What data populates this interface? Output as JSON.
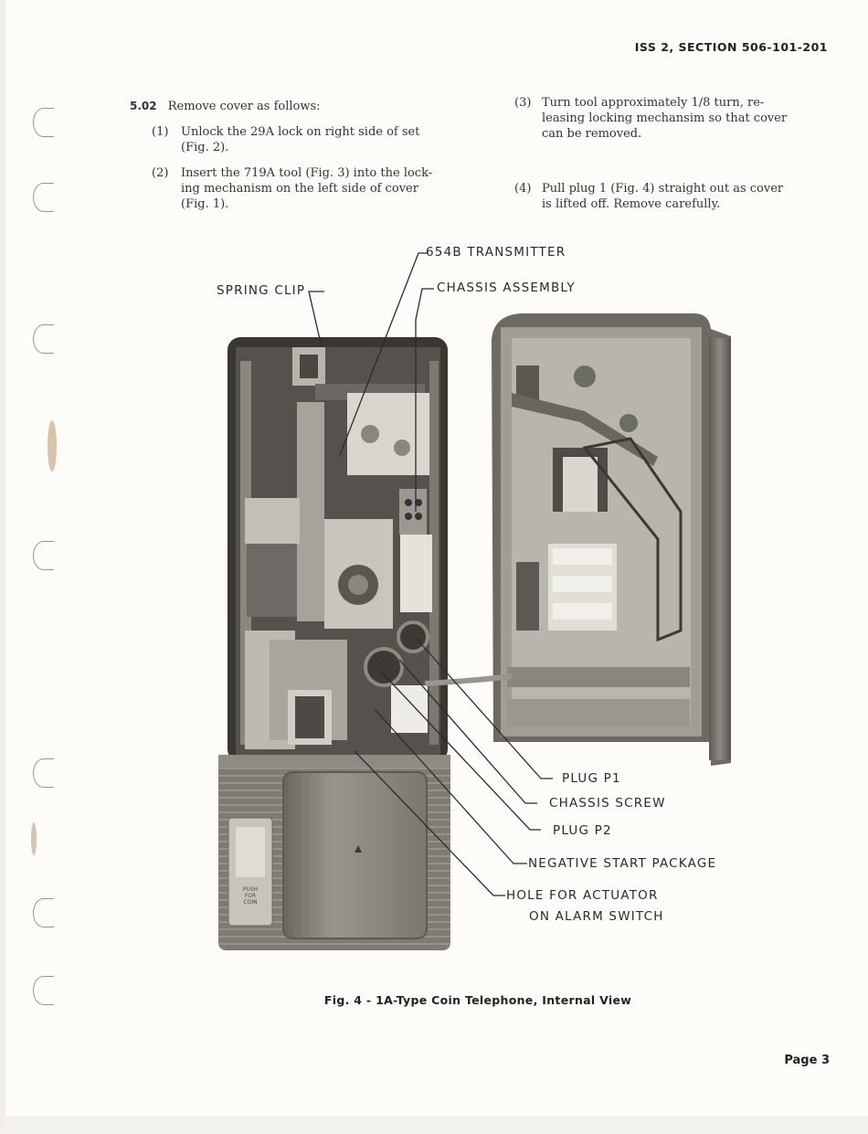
{
  "header": {
    "text": "ISS 2, SECTION 506-101-201"
  },
  "body": {
    "p502": {
      "num": "5.02",
      "text": "Remove cover as follows:"
    },
    "steps": [
      {
        "num": "(1)",
        "lines": [
          "Unlock the 29A lock on right side of set",
          "(Fig. 2)."
        ]
      },
      {
        "num": "(2)",
        "lines": [
          "Insert the 719A tool (Fig. 3) into the lock-",
          "ing mechanism on the left side of cover",
          "(Fig. 1)."
        ]
      },
      {
        "num": "(3)",
        "lines": [
          "Turn tool approximately 1/8 turn, re-",
          "leasing locking mechansim so that cover",
          "can be removed."
        ]
      },
      {
        "num": "(4)",
        "lines": [
          "Pull plug 1 (Fig. 4) straight out as cover",
          "is lifted off. Remove carefully."
        ]
      }
    ]
  },
  "figure": {
    "labels": {
      "transmitter": "654B TRANSMITTER",
      "chassis_assembly": "CHASSIS ASSEMBLY",
      "spring_clip": "SPRING CLIP",
      "plug_p1": "PLUG P1",
      "chassis_screw": "CHASSIS SCREW",
      "plug_p2": "PLUG P2",
      "negative_start": "NEGATIVE START PACKAGE",
      "hole_actuator_1": "HOLE FOR ACTUATOR",
      "hole_actuator_2": "ON ALARM SWITCH"
    },
    "coin_plate": {
      "line1": "PUSH",
      "line2": "FOR",
      "line3": "COIN"
    },
    "caption": "Fig. 4 - 1A-Type Coin Telephone, Internal View"
  },
  "footer": {
    "page": "Page 3"
  }
}
